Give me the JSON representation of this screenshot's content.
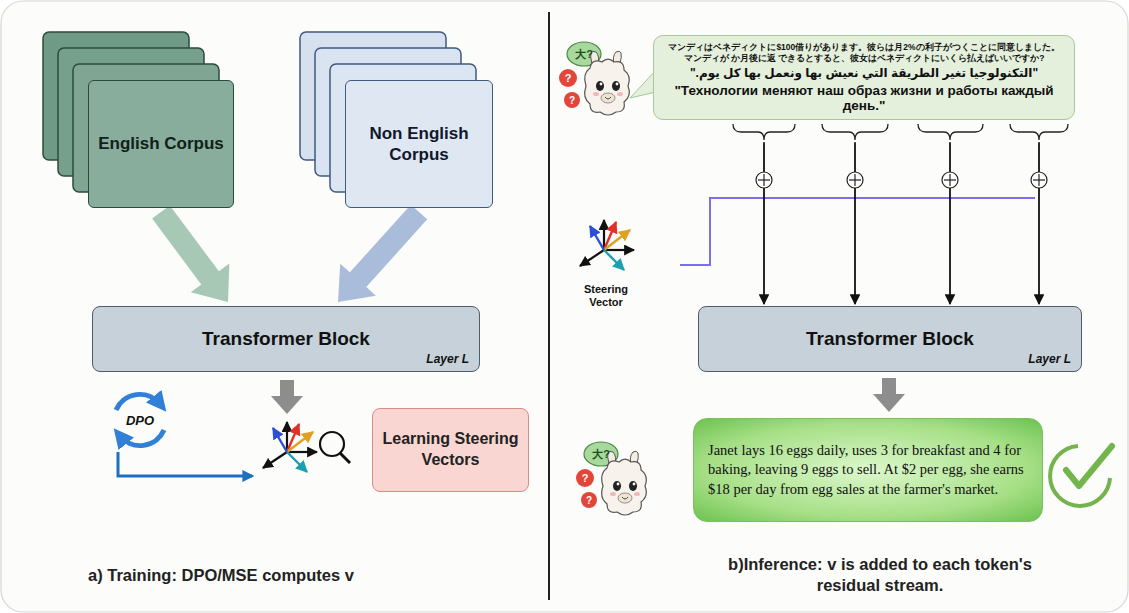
{
  "diagram": {
    "nodes": [
      {
        "text": [
          "English Corpus"
        ]
      },
      {
        "text": [
          "Non English Corpus"
        ]
      },
      {
        "text": [
          "Transformer Block",
          "Layer L"
        ]
      },
      {
        "text": [
          "Learning Steering Vectors"
        ]
      },
      {
        "text": [
          "マンディはベネディクトに$100借りがあります。彼らは月2%の利子がつくことに同意しました。マンディが か月後に返 できるとすると、彼女はベネディクトにいくら払えばいいですか?",
          "\"التكنولوجيا تغير الطريقة التي نعيش بها ونعمل بها كل يوم.\"",
          "\"Технологии меняют наш образ жизни и работы каждый день.\""
        ]
      },
      {
        "text": [
          "Transformer Block",
          "Layer L"
        ]
      },
      {
        "text": [
          "Janet lays 16 eggs daily, uses 3 for breakfast and 4 for baking, leaving 9 eggs to sell. At $2 per egg, she earns $18 per day from egg sales at the farmer's market."
        ]
      }
    ],
    "edges": [
      {
        "from": 0,
        "to": 2,
        "arrow": "to"
      },
      {
        "from": 1,
        "to": 2,
        "arrow": "to"
      },
      {
        "from": 4,
        "to": 5,
        "arrow": "to"
      },
      {
        "from": 4,
        "to": 5,
        "arrow": "to"
      },
      {
        "from": 4,
        "to": 5,
        "arrow": "to"
      },
      {
        "from": 4,
        "to": 5,
        "arrow": "to"
      },
      {
        "from": 5,
        "to": 6,
        "arrow": "to"
      }
    ],
    "labels": [
      "DPO",
      "a) Training: DPO/MSE computes v",
      "大?",
      "?",
      "?",
      "Steering Vector",
      "大?",
      "?",
      "?",
      "b)Inference: v is added to each token's residual stream."
    ]
  }
}
